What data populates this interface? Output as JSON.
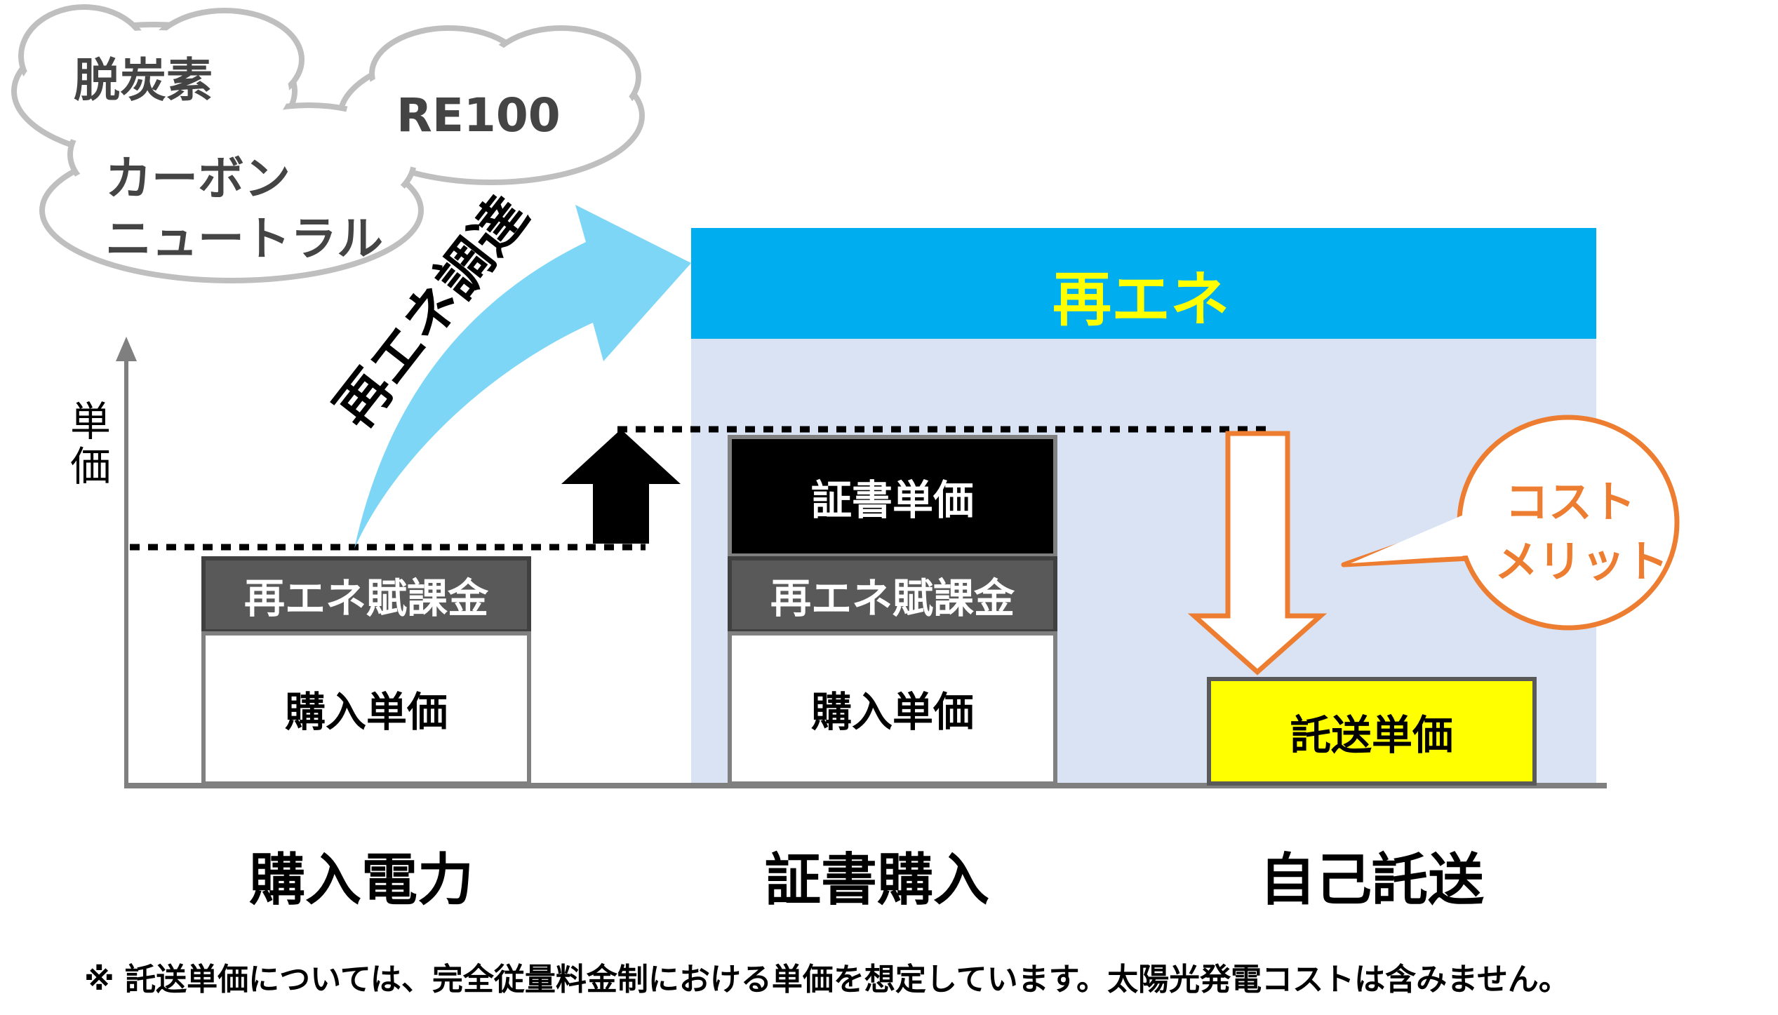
{
  "clouds": {
    "decarbonization": "脱炭素",
    "re100": "RE100",
    "carbon_neutral_line1": "カーボン",
    "carbon_neutral_line2": "ニュートラル"
  },
  "arrow_label": "再エネ調達",
  "y_axis_label": "単価",
  "re_panel": {
    "title": "再エネ"
  },
  "bars": {
    "purchase": {
      "surcharge": "再エネ賦課金",
      "unit_price": "購入単価",
      "label": "購入電力"
    },
    "certificate": {
      "certificate_price": "証書単価",
      "surcharge": "再エネ賦課金",
      "unit_price": "購入単価",
      "label": "証書購入"
    },
    "self_wheeling": {
      "wheeling_price": "託送単価",
      "label": "自己託送"
    }
  },
  "callout": {
    "line1": "コスト",
    "line2": "メリット"
  },
  "footnote": "※ 託送単価については、完全従量料金制における単価を想定しています。太陽光発電コストは含みません。",
  "colors": {
    "re_header": "#00AEEF",
    "re_title": "#FFFF00",
    "re_panel_bg": "#DAE3F3",
    "surcharge_bg": "#595959",
    "certificate_bg": "#000000",
    "wheeling_bg": "#FFFF00",
    "callout_orange": "#ED7D31",
    "arrow_blue": "#7DD6F6",
    "cloud_outline": "#BFBFBF"
  }
}
